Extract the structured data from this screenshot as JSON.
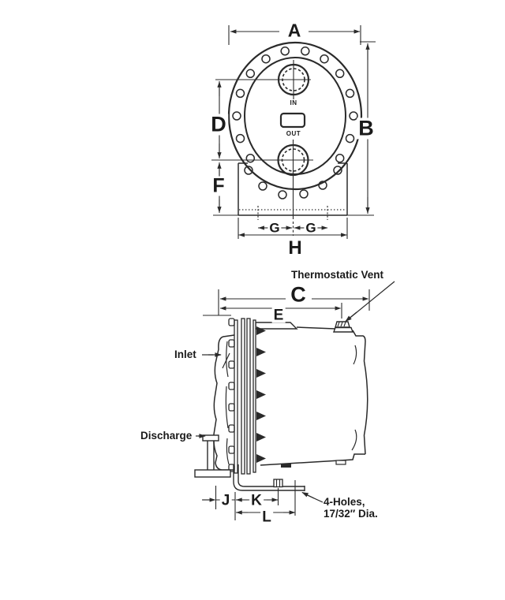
{
  "drawing": {
    "front_view": {
      "dim_a": "A",
      "dim_b": "B",
      "dim_d": "D",
      "dim_f": "F",
      "dim_g_left": "G",
      "dim_g_right": "G",
      "dim_h": "H",
      "port_in": "IN",
      "port_out": "OUT"
    },
    "side_view": {
      "dim_c": "C",
      "dim_e": "E",
      "dim_j": "J",
      "dim_k": "K",
      "dim_l": "L",
      "thermostatic_vent_label": "Thermostatic Vent",
      "inlet_label": "Inlet",
      "discharge_label": "Discharge",
      "holes_note_line1": "4-Holes,",
      "holes_note_line2": "17/32″ Dia."
    },
    "colors": {
      "line": "#2a2a2a",
      "text": "#1a1a1a",
      "background": "#ffffff"
    }
  }
}
